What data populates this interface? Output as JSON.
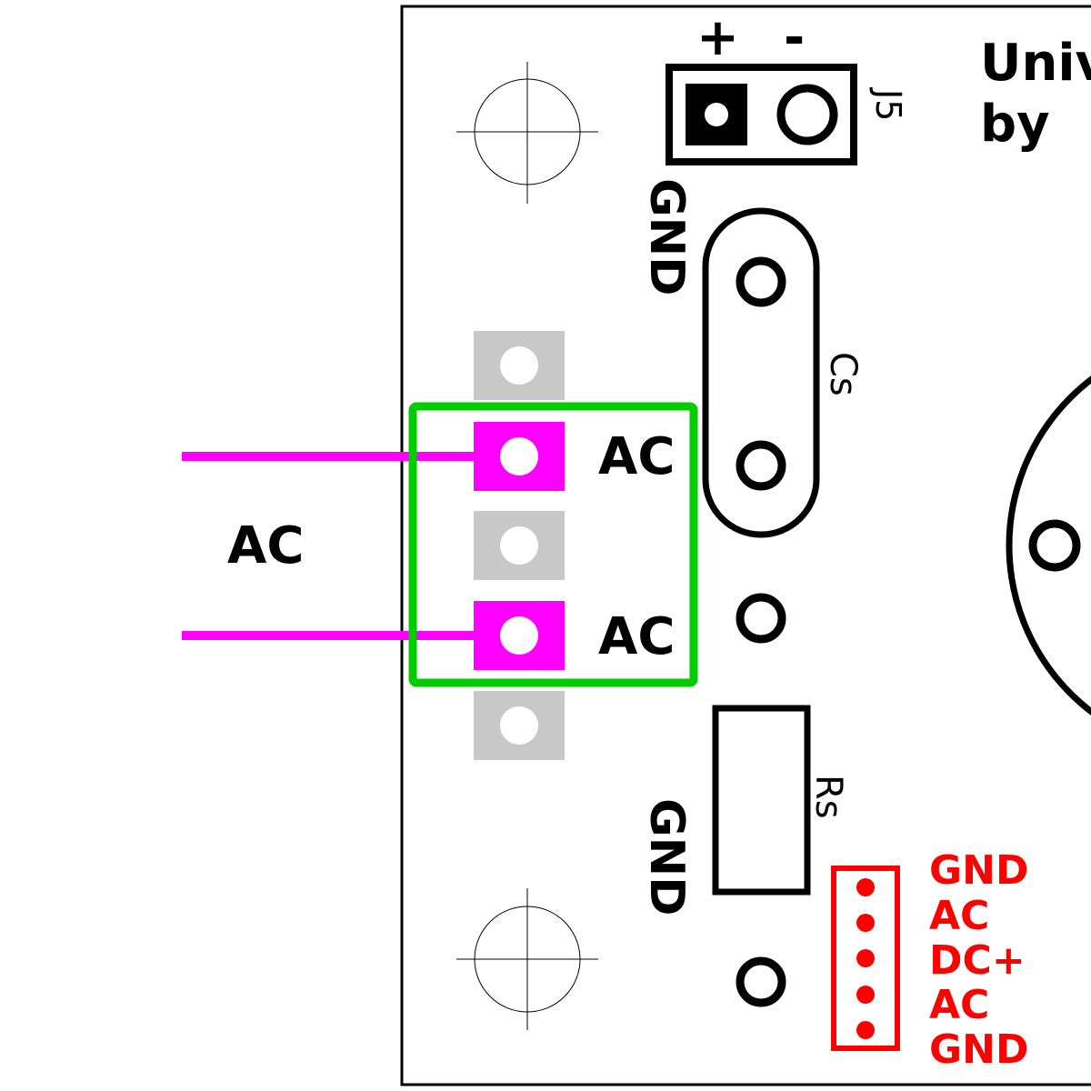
{
  "board": {
    "title_line1": "Univ",
    "title_line2": "by"
  },
  "j5": {
    "designator": "J5",
    "plus_label": "+",
    "minus_label": "-"
  },
  "cs": {
    "designator": "Cs"
  },
  "rs": {
    "designator": "Rs"
  },
  "labels": {
    "gnd_top": "GND",
    "gnd_bottom": "GND",
    "ac_outside": "AC",
    "ac_pin1": "AC",
    "ac_pin2": "AC"
  },
  "connector": {
    "pins": [
      "GND",
      "AC",
      "DC+",
      "AC",
      "GND"
    ]
  },
  "colors": {
    "silkscreen": "#000000",
    "ac_wire": "#ff00ff",
    "ac_highlight_box": "#00cc00",
    "unused_pad": "#c8c8c8",
    "connector": "#ff0000"
  }
}
